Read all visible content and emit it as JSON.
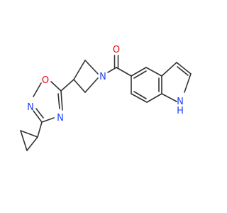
{
  "colors": {
    "bond": "#333333",
    "oxygen": "#e8000b",
    "nitrogen": "#1f3fff"
  },
  "atoms": {
    "carbonyl_o": "O",
    "azetidine_n": "N",
    "oxadiazole_o": "O",
    "oxadiazole_n2": "N",
    "oxadiazole_n4": "N",
    "indole_nh": "N",
    "indole_nh_h": "H"
  }
}
